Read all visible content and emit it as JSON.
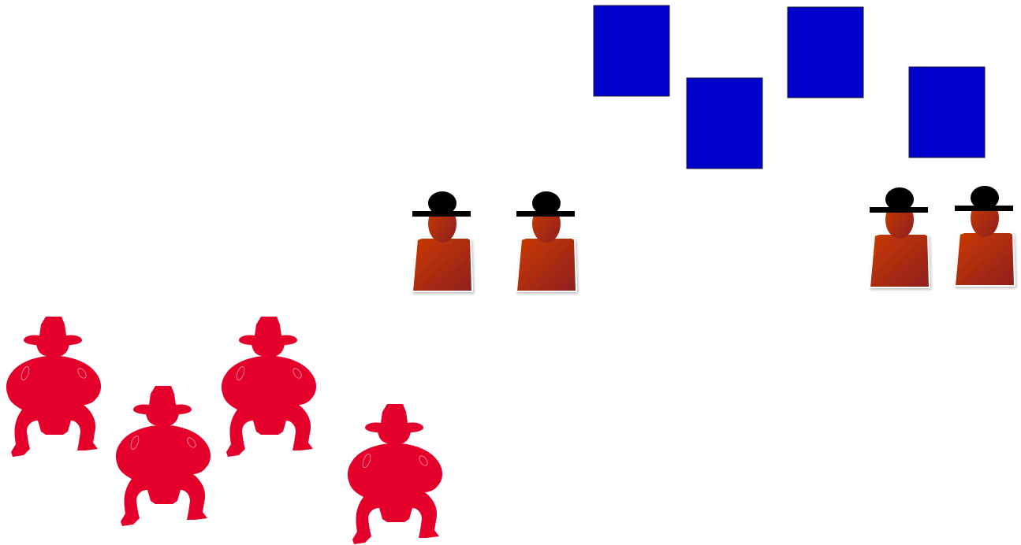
{
  "colors": {
    "background": "#ffffff",
    "blue_block_fill": "#0000cc",
    "blue_block_stroke": "#1a1a2e",
    "hat_black": "#000000",
    "figure_gradient_start": "#c93a00",
    "figure_gradient_end": "#8f1f1f",
    "red_figure": "#e4002b"
  },
  "groups": {
    "blue_blocks": {
      "count": 4,
      "icon": "blue-rectangle"
    },
    "hat_figures": {
      "count": 4,
      "icon": "person-with-hat-icon"
    },
    "red_cowboys": {
      "count": 4,
      "icon": "cowboy-silhouette-icon"
    }
  }
}
